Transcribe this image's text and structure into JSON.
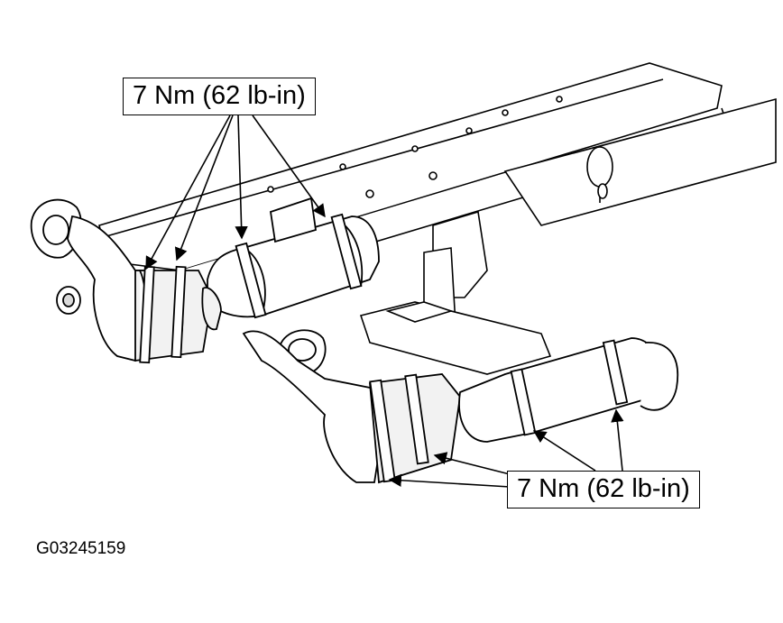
{
  "figure": {
    "id_label": "G03245159"
  },
  "callouts": {
    "top_label": "7 Nm (62 lb-in)",
    "bottom_label": "7 Nm (62 lb-in)"
  },
  "colors": {
    "line": "#000000",
    "background": "#ffffff",
    "shade": "#d9d9d9"
  }
}
